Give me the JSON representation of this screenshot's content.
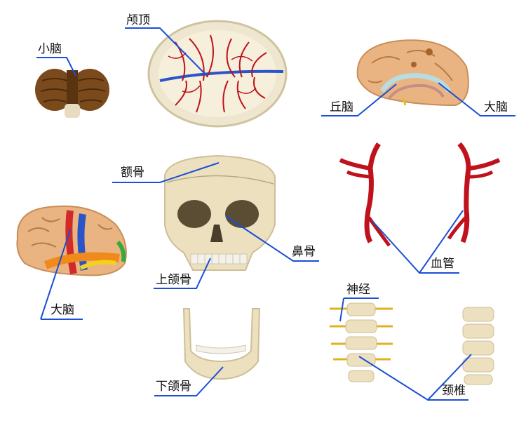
{
  "labels": {
    "cerebellum": "小脑",
    "cranial_vault": "颅顶",
    "thalamus": "丘脑",
    "cerebrum_right": "大脑",
    "frontal_bone": "额骨",
    "blood_vessels": "血管",
    "nasal_bone": "鼻骨",
    "cerebrum_left": "大脑",
    "maxilla": "上颌骨",
    "nerves": "神经",
    "mandible": "下颌骨",
    "cervical_vertebrae": "颈椎"
  },
  "colors": {
    "leader_line": "#1a4fd6",
    "bone": "#ece0bf",
    "artery": "#c0121c",
    "brain": "#e9b482",
    "vein_blue": "#2a54c8",
    "nerve_yellow": "#e0b21e",
    "cerebellum_brown": "#7b4a1c"
  },
  "icons": [
    "cerebellum-model",
    "skull-cap-model",
    "brain-half-model",
    "brain-colored-model",
    "skull-model",
    "arteries-model",
    "mandible-model",
    "spine-model"
  ]
}
